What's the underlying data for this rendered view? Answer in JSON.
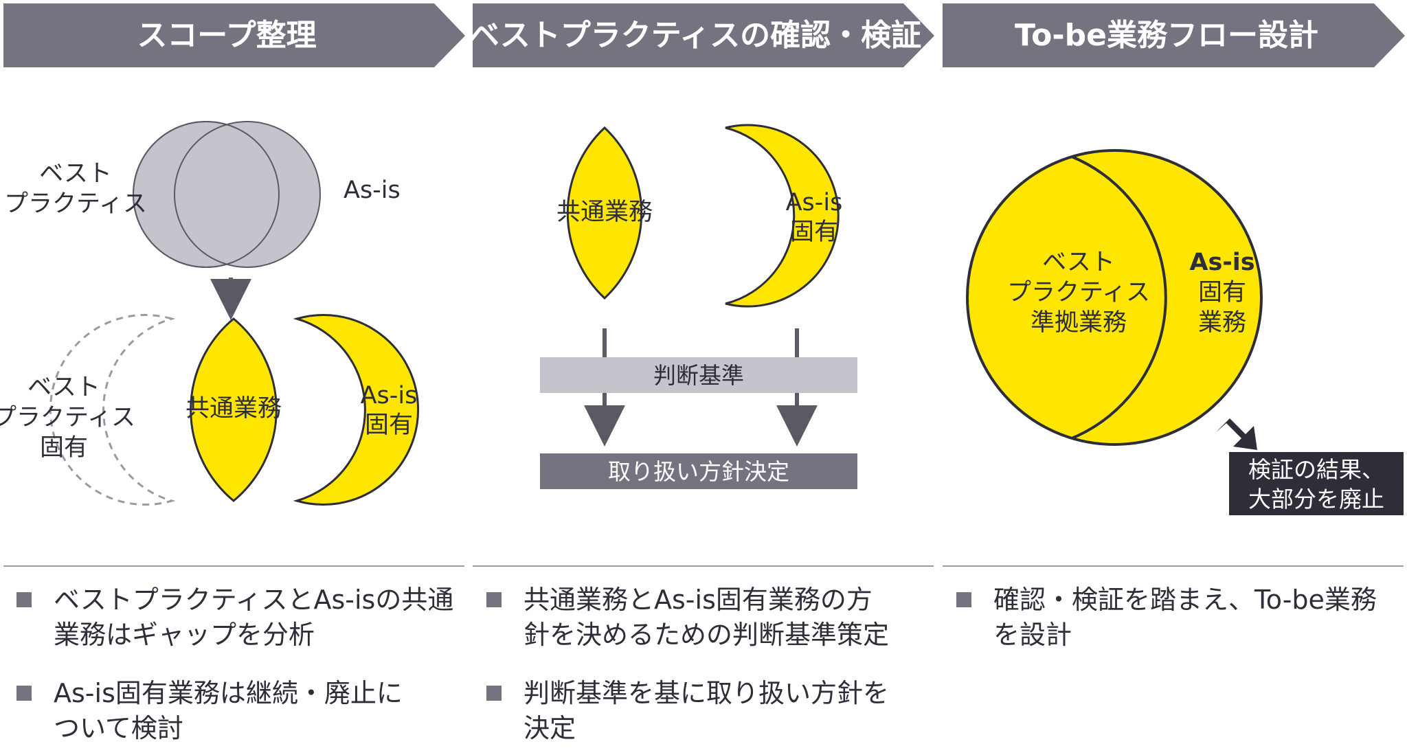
{
  "colors": {
    "header": "#747480",
    "yellow": "#ffe600",
    "gray_circle": "#c4c4cd",
    "dark": "#2e2e38",
    "dashed": "#9a9aa4",
    "criteria_bar": "#c4c4cd",
    "decision_bar": "#747480",
    "note_box": "#2e2e38"
  },
  "headers": [
    "スコープ整理",
    "ベストプラクティスの確認・検証",
    "To-be業務フロー設計"
  ],
  "col1": {
    "label_best_line1": "ベスト",
    "label_best_line2": "プラクティス",
    "label_asis": "As-is",
    "common": "共通業務",
    "asis_unique_line1": "As-is",
    "asis_unique_line2": "固有",
    "best_unique_line1": "ベスト",
    "best_unique_line2": "プラクティス",
    "best_unique_line3": "固有"
  },
  "col2": {
    "common": "共通業務",
    "asis_unique_line1": "As-is",
    "asis_unique_line2": "固有",
    "criteria": "判断基準",
    "decision": "取り扱い方針決定"
  },
  "col3": {
    "best_line1": "ベスト",
    "best_line2": "プラクティス",
    "best_line3": "準拠業務",
    "asis_line1": "As-is",
    "asis_line2": "固有",
    "asis_line3": "業務",
    "note_line1": "検証の結果、",
    "note_line2": "大部分を廃止"
  },
  "bullets": {
    "col1": [
      [
        "ベストプラクティスとAs-isの共通",
        "業務はギャップを分析"
      ],
      [
        "As-is固有業務は継続・廃止に",
        "ついて検討"
      ]
    ],
    "col2": [
      [
        "共通業務とAs-is固有業務の方",
        "針を決めるための判断基準策定"
      ],
      [
        "判断基準を基に取り扱い方針を",
        "決定"
      ]
    ],
    "col3": [
      [
        "確認・検証を踏まえ、To-be業務",
        "を設計"
      ]
    ]
  }
}
